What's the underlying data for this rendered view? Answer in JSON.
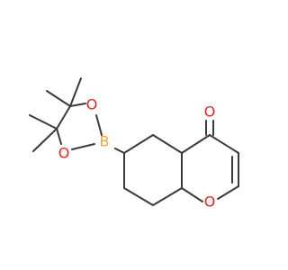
{
  "molecule": {
    "atoms": {
      "o_ketone": "O",
      "o_ring": "O",
      "o_boronate_top": "O",
      "o_boronate_bottom": "O",
      "boron": "B"
    }
  },
  "colors": {
    "bond": "#3a3a3a",
    "oxygen": "#e8231a",
    "boron": "#f2a33a"
  }
}
